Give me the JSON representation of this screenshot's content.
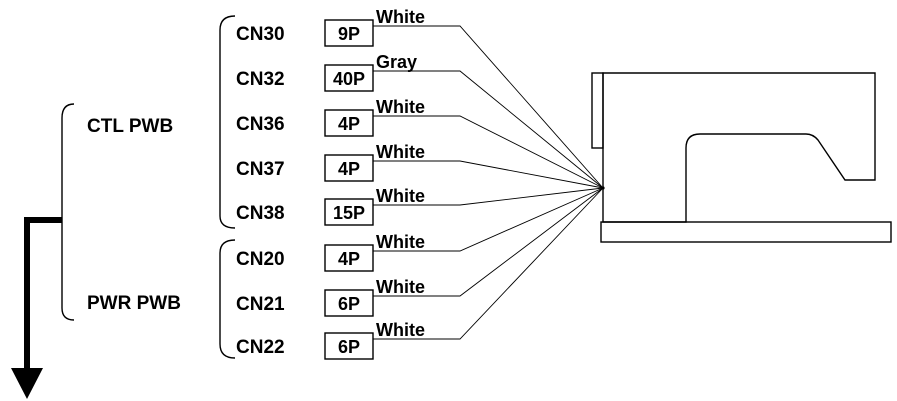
{
  "boards": [
    {
      "label": "CTL PWB",
      "connectors": [
        {
          "name": "CN30",
          "pins": "9P",
          "color": "White"
        },
        {
          "name": "CN32",
          "pins": "40P",
          "color": "Gray"
        },
        {
          "name": "CN36",
          "pins": "4P",
          "color": "White"
        },
        {
          "name": "CN37",
          "pins": "4P",
          "color": "White"
        },
        {
          "name": "CN38",
          "pins": "15P",
          "color": "White"
        }
      ]
    },
    {
      "label": "PWR PWB",
      "connectors": [
        {
          "name": "CN20",
          "pins": "4P",
          "color": "White"
        },
        {
          "name": "CN21",
          "pins": "6P",
          "color": "White"
        },
        {
          "name": "CN22",
          "pins": "6P",
          "color": "White"
        }
      ]
    }
  ]
}
